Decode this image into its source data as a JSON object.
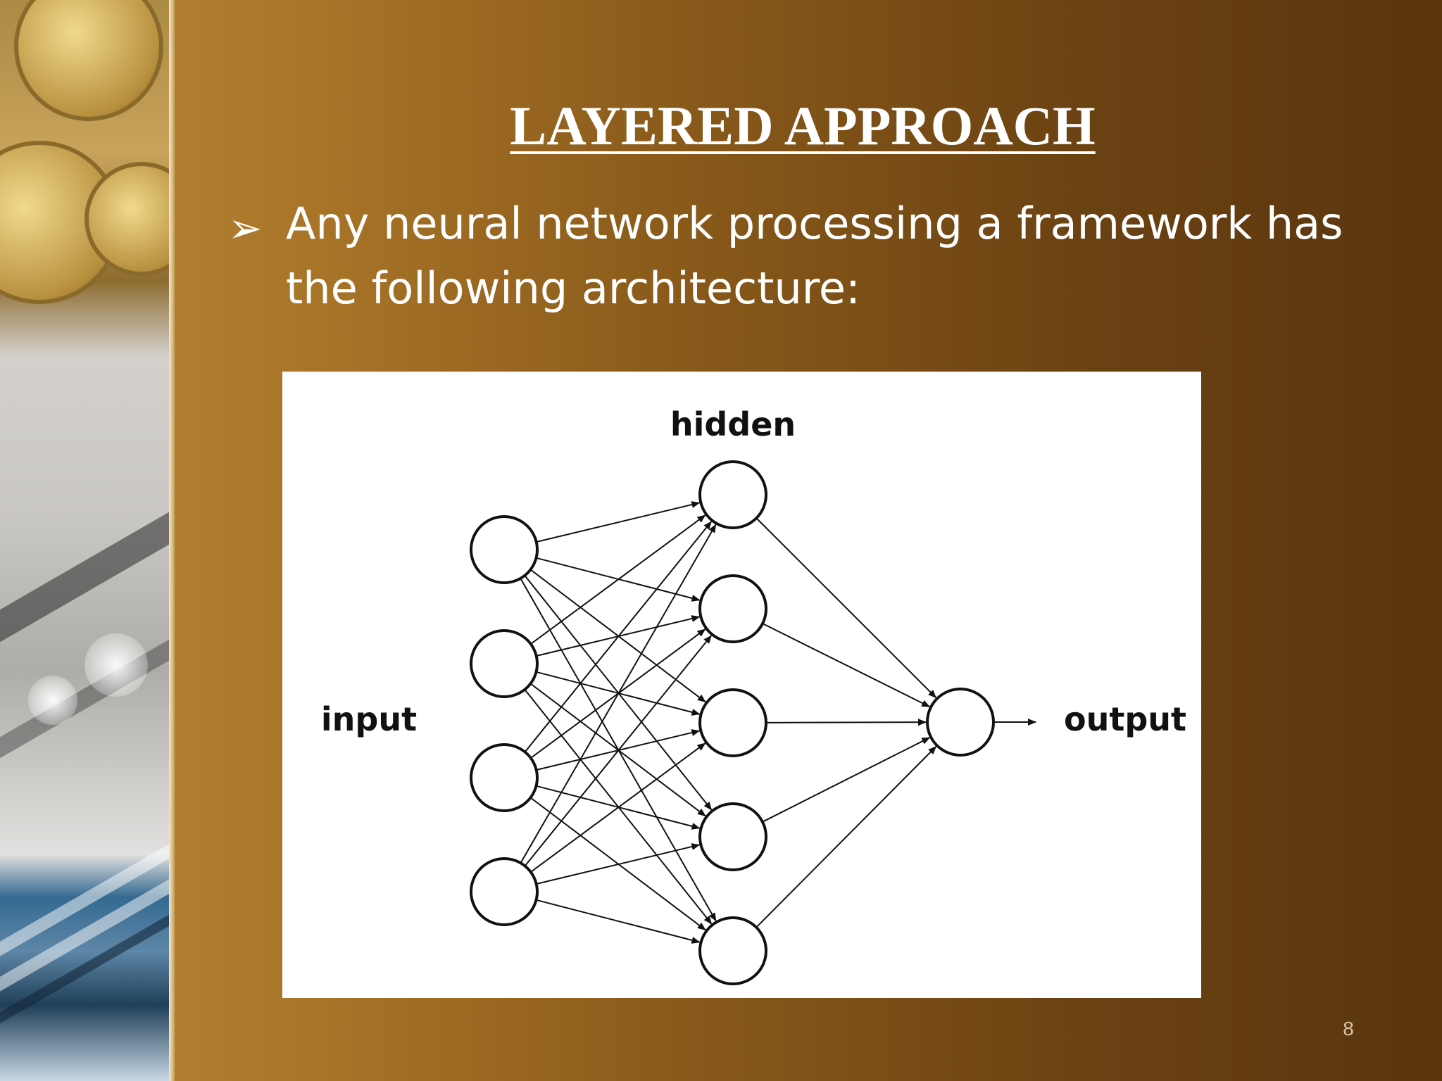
{
  "slide": {
    "title": "LAYERED APPROACH",
    "bullet": "Any neural network processing a framework has the following architecture:",
    "page_number": "8"
  },
  "diagram": {
    "labels": {
      "input": "input",
      "hidden": "hidden",
      "output": "output"
    },
    "layers": {
      "input_nodes": 4,
      "hidden_nodes": 5,
      "output_nodes": 1
    },
    "connections": "fully-connected"
  }
}
